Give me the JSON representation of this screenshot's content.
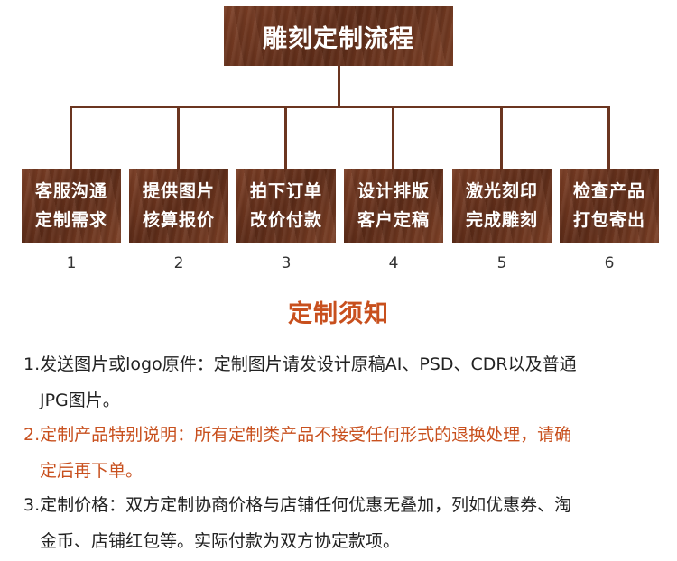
{
  "title": "雕刻定制流程",
  "steps": [
    {
      "line1": "客服沟通",
      "line2": "定制需求",
      "number": "1"
    },
    {
      "line1": "提供图片",
      "line2": "核算报价",
      "number": "2"
    },
    {
      "line1": "拍下订单",
      "line2": "改价付款",
      "number": "3"
    },
    {
      "line1": "设计排版",
      "line2": "客户定稿",
      "number": "4"
    },
    {
      "line1": "激光刻印",
      "line2": "完成雕刻",
      "number": "5"
    },
    {
      "line1": "检查产品",
      "line2": "打包寄出",
      "number": "6"
    }
  ],
  "notice": {
    "title": "定制须知",
    "items": [
      {
        "line1": "1.发送图片或logo原件：定制图片请发设计原稿AI、PSD、CDR以及普通",
        "line2": "JPG图片。"
      },
      {
        "line1": "2.定制产品特别说明：所有定制类产品不接受任何形式的退换处理，请确",
        "line2": "定后再下单。"
      },
      {
        "line1": "3.定制价格：双方定制协商价格与店铺任何优惠无叠加，列如优惠券、淘",
        "line2": "金币、店铺红包等。实际付款为双方协定款项。"
      }
    ]
  },
  "colors": {
    "wood": "#6e3620",
    "connector": "#6b3520",
    "accent": "#c8501e",
    "text": "#222222"
  }
}
